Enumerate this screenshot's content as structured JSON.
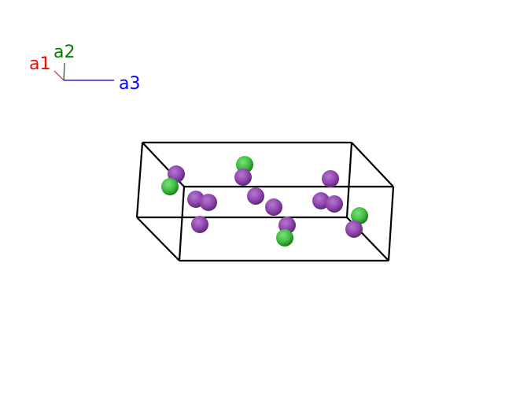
{
  "axes": {
    "a1": {
      "label": "a1",
      "color": "#ff0000"
    },
    "a2": {
      "label": "a2",
      "color": "#008000"
    },
    "a3": {
      "label": "a3",
      "color": "#0000ff"
    }
  },
  "atom_colors": {
    "purple": "#9146b0",
    "green": "#3fbf3f"
  },
  "cell_edge_color": "#000000"
}
